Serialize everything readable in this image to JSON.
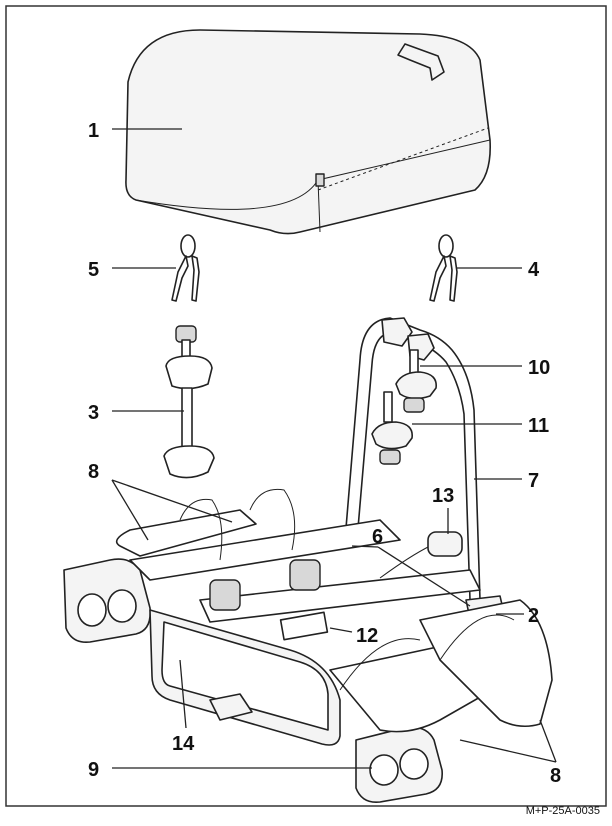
{
  "callouts": {
    "c1": "1",
    "c2": "2",
    "c3": "3",
    "c4": "4",
    "c5": "5",
    "c6": "6",
    "c7": "7",
    "c8a": "8",
    "c8b": "8",
    "c9": "9",
    "c10": "10",
    "c11": "11",
    "c12": "12",
    "c13": "13",
    "c14": "14"
  },
  "figure_code": "M+P-25A-0035"
}
